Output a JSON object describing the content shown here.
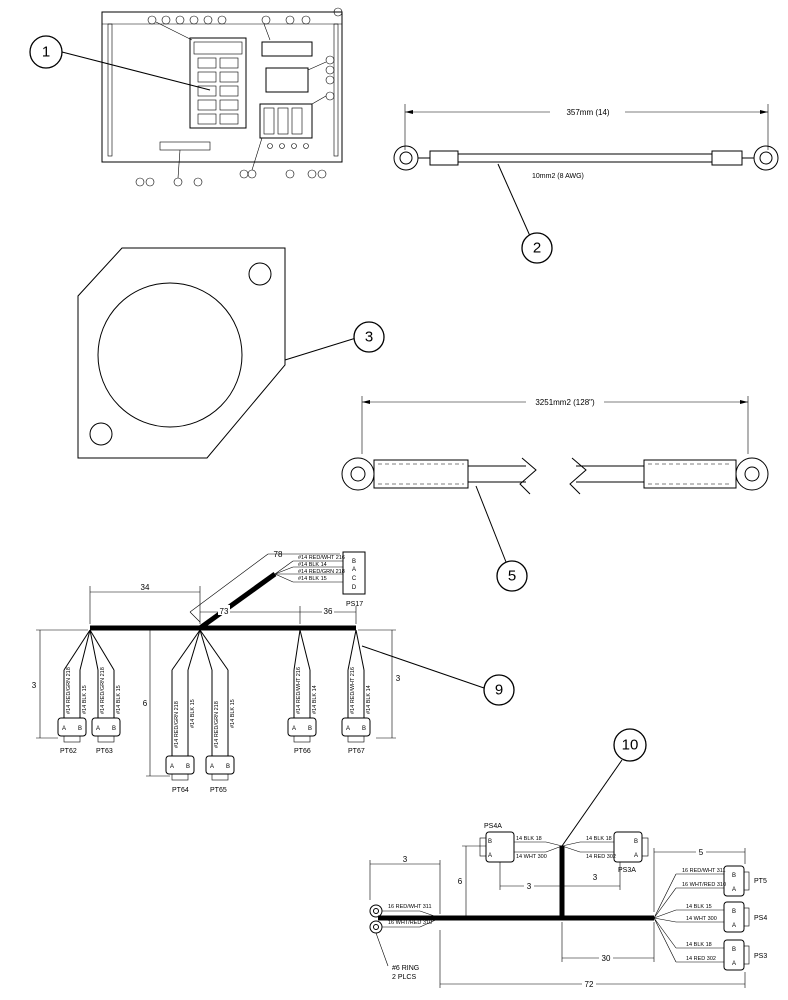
{
  "callouts": [
    "1",
    "2",
    "3",
    "5",
    "9",
    "10"
  ],
  "cable2": {
    "length": "357mm (14)",
    "size": "10mm2 (8 AWG)"
  },
  "cable5": {
    "length": "3251mm2 (128\")"
  },
  "harness9": {
    "dims": {
      "d78": "78",
      "d34": "34",
      "d73": "73",
      "d36": "36",
      "d3_left": "3",
      "d6": "6",
      "d3_right": "3"
    },
    "ps17": {
      "label": "PS17",
      "wires": [
        "#14 RED/WHT 216",
        "#14 BLK 14",
        "#14 RED/GRN 218",
        "#14 BLK 15"
      ],
      "pins": [
        "B",
        "A",
        "C",
        "D"
      ]
    },
    "pt62": {
      "label": "PT62",
      "wires": [
        "#14 RED/GRN 218",
        "#14 BLK 15"
      ]
    },
    "pt63": {
      "label": "PT63",
      "wires": [
        "#14 RED/GRN 218",
        "#14 BLK 15"
      ]
    },
    "pt64": {
      "label": "PT64",
      "wires": [
        "#14 RED/GRN 218",
        "#14 BLK 15"
      ]
    },
    "pt65": {
      "label": "PT65",
      "wires": [
        "#14 RED/GRN 218",
        "#14 BLK 15"
      ]
    },
    "pt66": {
      "label": "PT66",
      "wires": [
        "#14 RED/WHT 216",
        "#14 BLK 14"
      ]
    },
    "pt67": {
      "label": "PT67",
      "wires": [
        "#14 RED/WHT 216",
        "#14 BLK 14"
      ]
    },
    "pin_a": "A",
    "pin_b": "B"
  },
  "harness10": {
    "dims": {
      "d3_top": "3",
      "d6": "6",
      "d3_mid_left": "3",
      "d3_mid_right": "3",
      "d5": "5",
      "d30": "30",
      "d72": "72"
    },
    "ps4a": {
      "label": "PS4A",
      "wires": [
        "14 BLK 18",
        "14 WHT 300"
      ]
    },
    "ps3a": {
      "label": "PS3A",
      "wires": [
        "14 BLK 18",
        "14 RED 302"
      ]
    },
    "ring": {
      "wires": [
        "16 RED/WHT 311",
        "16 WHT/RED 310"
      ],
      "note_line1": "#6 RING",
      "note_line2": "2 PLCS"
    },
    "pt5": {
      "label": "PT5",
      "wires": [
        "16 RED/WHT 311",
        "16 WHT/RED 310"
      ]
    },
    "ps4": {
      "label": "PS4",
      "wires": [
        "14 BLK 15",
        "14 WHT 300"
      ]
    },
    "ps3": {
      "label": "PS3",
      "wires": [
        "14 BLK 18",
        "14 RED 302"
      ]
    },
    "pin_a": "A",
    "pin_b": "B"
  }
}
